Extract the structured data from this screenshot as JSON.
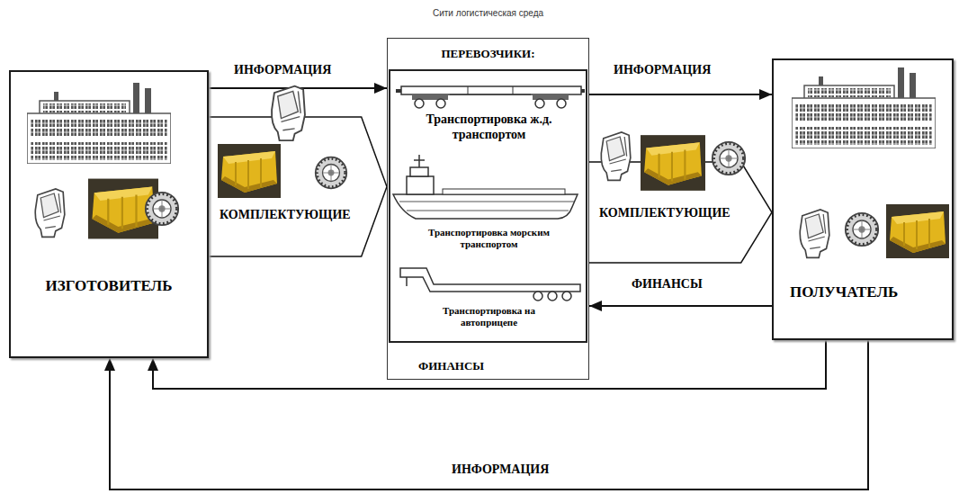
{
  "diagram": {
    "title": "Сити логистическая среда",
    "nodes": [
      {
        "text": [
          "ИЗГОТОВИТЕЛЬ"
        ]
      },
      {
        "text": [
          "ПЕРЕВОЗЧИКИ:",
          "ФИНАНСЫ"
        ]
      },
      {
        "text": [
          "Транспортировка ж.д. транспортом"
        ],
        "in": 1
      },
      {
        "text": [
          "Транспортировка морским транспортом"
        ],
        "in": 1
      },
      {
        "text": [
          "Транспортировка на автоприцепе"
        ],
        "in": 1
      },
      {
        "text": [
          "ПОЛУЧАТЕЛЬ"
        ]
      }
    ],
    "edges": [
      {
        "from": 0,
        "to": 1,
        "label": "ИНФОРМАЦИЯ",
        "arrow": "to"
      },
      {
        "from": 0,
        "to": 1,
        "label": "КОМПЛЕКТУЮЩИЕ",
        "arrow": "to"
      },
      {
        "from": 1,
        "to": 5,
        "label": "ИНФОРМАЦИЯ",
        "arrow": "to"
      },
      {
        "from": 1,
        "to": 5,
        "label": "КОМПЛЕКТУЮЩИЕ",
        "arrow": "to"
      },
      {
        "from": 5,
        "to": 1,
        "label": "ФИНАНСЫ",
        "arrow": "to"
      },
      {
        "from": 5,
        "to": 0,
        "arrow": "to"
      },
      {
        "from": 5,
        "to": 0,
        "label": "ИНФОРМАЦИЯ",
        "arrow": "to"
      }
    ]
  }
}
